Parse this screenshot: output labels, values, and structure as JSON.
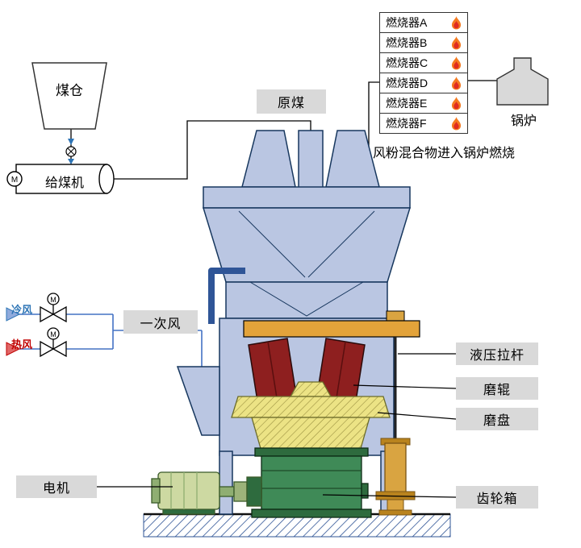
{
  "labels": {
    "coal_bunker": "煤仓",
    "coal_feeder": "给煤机",
    "raw_coal": "原煤",
    "primary_air": "一次风",
    "cold_air": "冷风",
    "hot_air": "热风",
    "motor": "电机",
    "hydraulic_rod": "液压拉杆",
    "grinding_roller": "磨辊",
    "grinding_table": "磨盘",
    "gearbox": "齿轮箱",
    "boiler": "锅炉",
    "mixture_note": "风粉混合物进入锅炉燃烧",
    "motor_symbol": "M"
  },
  "burners": {
    "items": [
      {
        "label": "燃烧器A"
      },
      {
        "label": "燃烧器B"
      },
      {
        "label": "燃烧器C"
      },
      {
        "label": "燃烧器D"
      },
      {
        "label": "燃烧器E"
      },
      {
        "label": "燃烧器F"
      }
    ]
  },
  "colors": {
    "mill_body": "#bac6e2",
    "mill_outline": "#17375e",
    "roller_red": "#8e1f1f",
    "table_yellow": "#ece385",
    "gearbox_green": "#3f8a57",
    "hydraulic_orange": "#d9a441",
    "rocker_bar_orange": "#e3a33a",
    "label_bg": "#d9d9d9",
    "air_line_blue": "#4472c4",
    "cold_text_blue": "#2e75b6",
    "hot_text_red": "#c00000",
    "flame_outer": "#f47a20",
    "flame_inner": "#e02b20",
    "ground_hatch_blue": "#2f5496",
    "pipe_dark_blue": "#2f5597"
  }
}
